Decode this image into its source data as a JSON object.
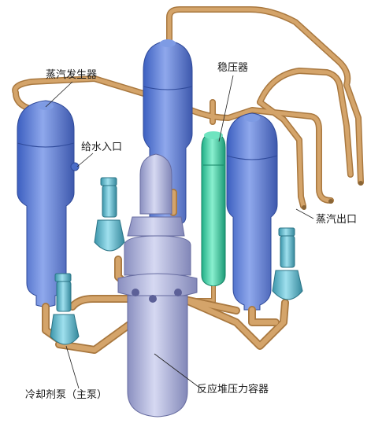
{
  "labels": {
    "steam_generator": "蒸汽发生器",
    "pressurizer": "稳压器",
    "feedwater_inlet": "给水入口",
    "steam_outlet": "蒸汽出口",
    "reactor_pressure_vessel": "反应堆压力容器",
    "coolant_pump": "冷却剂泵（主泵）"
  },
  "colors": {
    "pipe": "#d4a46a",
    "pipe_dark": "#a9783f",
    "steam_generator": "#5b7fd6",
    "pressurizer": "#3fcfa4",
    "vessel": "#a7acd4",
    "pump": "#5fb5c8"
  }
}
